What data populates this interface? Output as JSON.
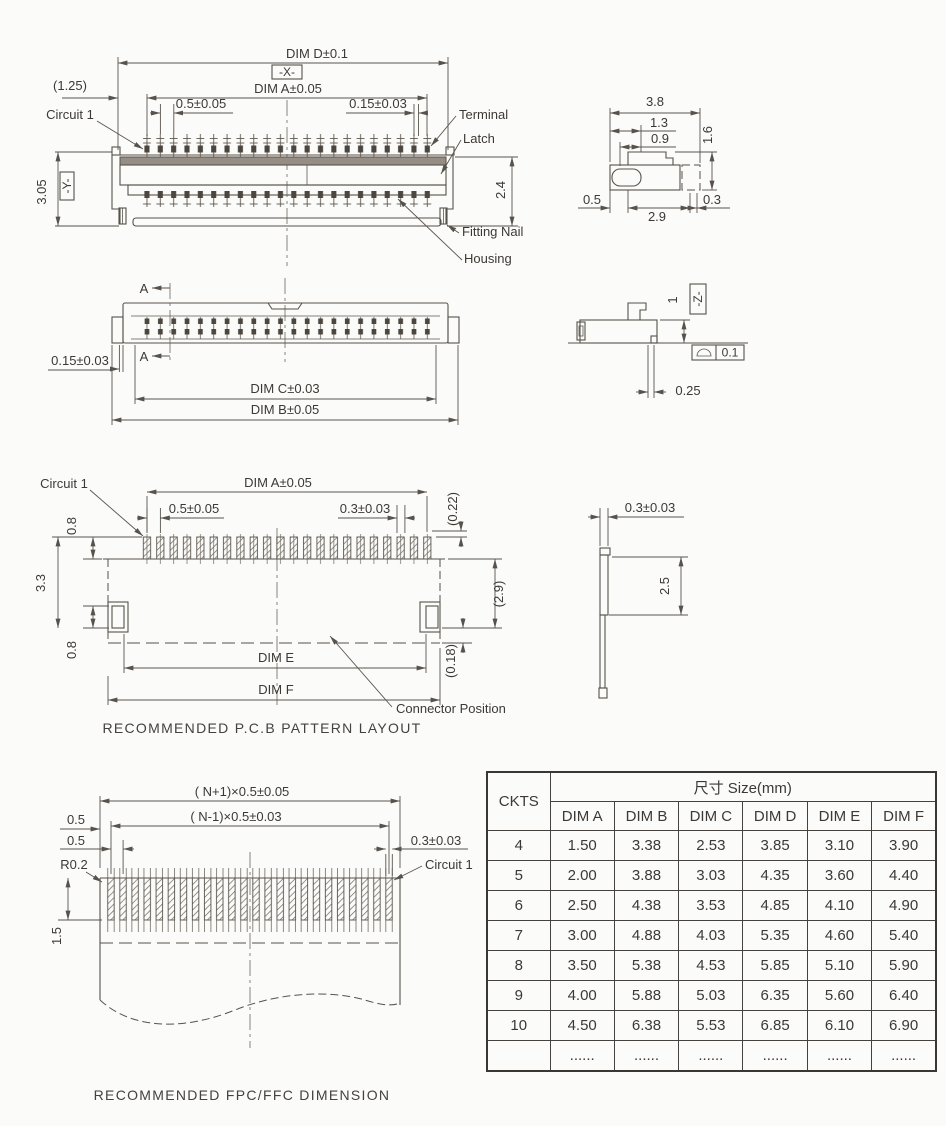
{
  "front_view": {
    "dim_d": "DIM D±0.1",
    "datum_x": "-X-",
    "offset_1_25": "(1.25)",
    "dim_a": "DIM A±0.05",
    "pitch": "0.5±0.05",
    "terminal_width": "0.15±0.03",
    "circuit_1": "Circuit 1",
    "terminal": "Terminal",
    "latch": "Latch",
    "height_3_05": "3.05",
    "datum_y": "-Y-",
    "height_2_4": "2.4",
    "fitting_nail": "Fitting Nail",
    "housing": "Housing"
  },
  "side_view": {
    "w_3_8": "3.8",
    "w_1_3": "1.3",
    "w_0_9": "0.9",
    "h_1_6": "1.6",
    "w_0_5": "0.5",
    "w_2_9": "2.9",
    "w_0_3": "0.3"
  },
  "bottom_view": {
    "section_a_top": "A",
    "section_a_bottom": "A",
    "pad_offset": "0.15±0.03",
    "dim_c": "DIM C±0.03",
    "dim_b": "DIM B±0.05"
  },
  "rear_view": {
    "h_1": "1",
    "datum_z": "-Z-",
    "flatness": "0.1",
    "w_0_25": "0.25"
  },
  "pcb_layout": {
    "circuit_1": "Circuit 1",
    "dim_a": "DIM A±0.05",
    "pitch": "0.5±0.05",
    "pad_width": "0.3±0.03",
    "gap_0_22": "(0.22)",
    "pad_0_8_top": "0.8",
    "h_3_3": "3.3",
    "h_2_9": "(2.9)",
    "pad_0_8_bottom": "0.8",
    "gap_0_18": "(0.18)",
    "dim_e": "DIM E",
    "dim_f": "DIM F",
    "connector_position": "Connector Position",
    "caption": "RECOMMENDED P.C.B PATTERN LAYOUT"
  },
  "fpc_profile": {
    "t_0_3": "0.3±0.03",
    "h_2_5": "2.5"
  },
  "ffc": {
    "n_plus": "( N+1)×0.5±0.05",
    "n_minus": "( N-1)×0.5±0.03",
    "margin_0_5": "0.5",
    "pitch_0_5": "0.5",
    "w_0_3": "0.3±0.03",
    "circuit_1": "Circuit 1",
    "r_0_2": "R0.2",
    "l_1_5": "1.5",
    "caption": "RECOMMENDED FPC/FFC DIMENSION"
  },
  "table": {
    "h_ckts": "CKTS",
    "h_size": "尺寸 Size(mm)",
    "dims": [
      "DIM A",
      "DIM B",
      "DIM C",
      "DIM D",
      "DIM E",
      "DIM F"
    ],
    "rows": [
      {
        "ckts": "4",
        "values": [
          "1.50",
          "3.38",
          "2.53",
          "3.85",
          "3.10",
          "3.90"
        ]
      },
      {
        "ckts": "5",
        "values": [
          "2.00",
          "3.88",
          "3.03",
          "4.35",
          "3.60",
          "4.40"
        ]
      },
      {
        "ckts": "6",
        "values": [
          "2.50",
          "4.38",
          "3.53",
          "4.85",
          "4.10",
          "4.90"
        ]
      },
      {
        "ckts": "7",
        "values": [
          "3.00",
          "4.88",
          "4.03",
          "5.35",
          "4.60",
          "5.40"
        ]
      },
      {
        "ckts": "8",
        "values": [
          "3.50",
          "5.38",
          "4.53",
          "5.85",
          "5.10",
          "5.90"
        ]
      },
      {
        "ckts": "9",
        "values": [
          "4.00",
          "5.88",
          "5.03",
          "6.35",
          "5.60",
          "6.40"
        ]
      },
      {
        "ckts": "10",
        "values": [
          "4.50",
          "6.38",
          "5.53",
          "6.85",
          "6.10",
          "6.90"
        ]
      },
      {
        "ckts": "",
        "values": [
          "......",
          "......",
          "......",
          "......",
          "......",
          "......"
        ]
      }
    ]
  }
}
